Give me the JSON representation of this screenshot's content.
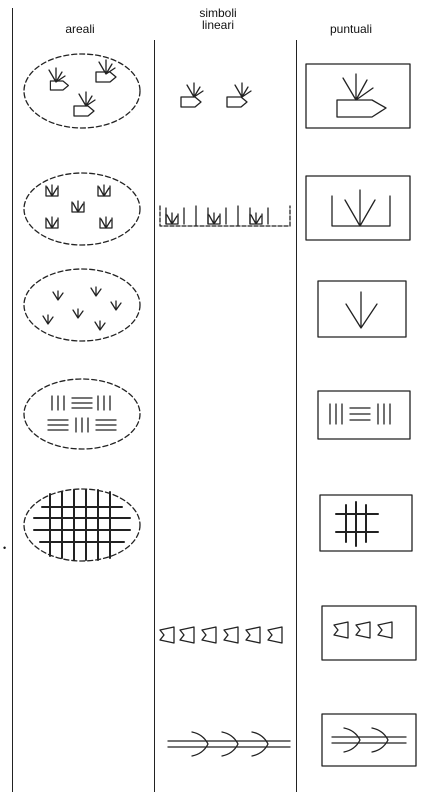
{
  "headers": {
    "areali": "areali",
    "lineari_line1": "simboli",
    "lineari_line2": "lineari",
    "puntuali": "puntuali"
  },
  "side_mark": "•",
  "rows": [
    {
      "areali": "shrub-with-rock",
      "lineari": "shrub-with-rock",
      "puntuali": "shrub-with-rock"
    },
    {
      "areali": "framed-grass",
      "lineari": "framed-grass",
      "puntuali": "framed-grass"
    },
    {
      "areali": "grass-tufts",
      "lineari": "",
      "puntuali": "grass-tuft"
    },
    {
      "areali": "hatch-pattern",
      "lineari": "",
      "puntuali": "hatch-pattern"
    },
    {
      "areali": "grid-pattern",
      "lineari": "",
      "puntuali": "grid-pattern"
    },
    {
      "areali": "",
      "lineari": "trapezoid-chain",
      "puntuali": "trapezoid-chain"
    },
    {
      "areali": "",
      "lineari": "herringbone",
      "puntuali": "herringbone"
    }
  ]
}
